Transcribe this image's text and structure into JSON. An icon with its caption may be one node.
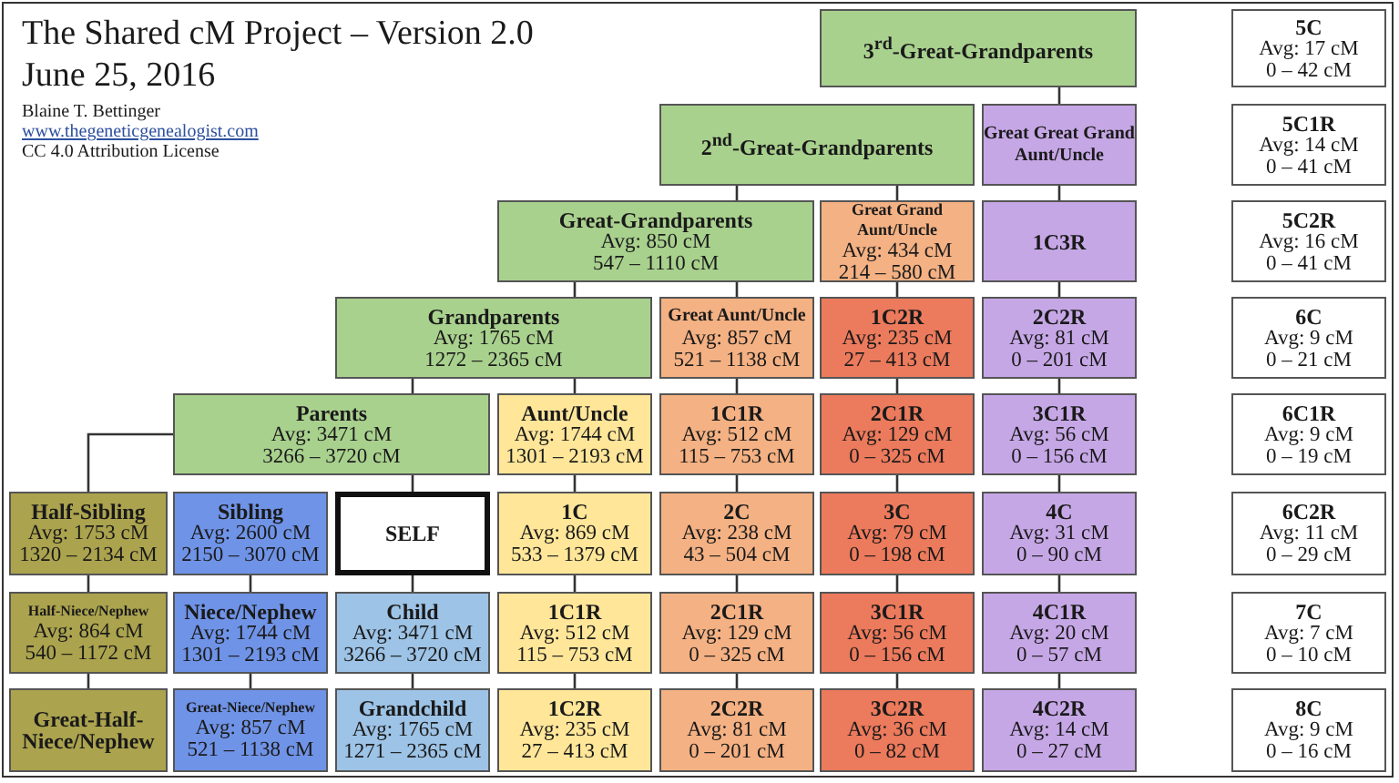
{
  "diagram": {
    "title": "The Shared cM Project – Version 2.0",
    "nodes": [
      {
        "text": [
          "3$^{rd}$-Great-Grandparents"
        ]
      },
      {
        "text": [
          "5C",
          "Avg: 17 cM",
          "0 – 42 cM"
        ]
      },
      {
        "text": [
          "2$^{nd}$-Great-Grandparents"
        ]
      },
      {
        "text": [
          "Great Great Grand Aunt/Uncle"
        ]
      },
      {
        "text": [
          "5C1R",
          "Avg: 14 cM",
          "0 – 41 cM"
        ]
      },
      {
        "text": [
          "Great-Grandparents",
          "Avg: 850 cM",
          "547 – 1110 cM"
        ]
      },
      {
        "text": [
          "Great Grand Aunt/Uncle",
          "Avg: 434 cM",
          "214 – 580 cM"
        ]
      },
      {
        "text": [
          "1C3R"
        ]
      },
      {
        "text": [
          "5C2R",
          "Avg: 16 cM",
          "0 – 41 cM"
        ]
      },
      {
        "text": [
          "Grandparents",
          "Avg: 1765 cM",
          "1272 – 2365 cM"
        ]
      },
      {
        "text": [
          "Great Aunt/Uncle",
          "Avg: 857 cM",
          "521 – 1138 cM"
        ]
      },
      {
        "text": [
          "1C2R",
          "Avg: 235 cM",
          "27 – 413 cM"
        ]
      },
      {
        "text": [
          "2C2R",
          "Avg: 81 cM",
          "0 – 201 cM"
        ]
      },
      {
        "text": [
          "6C",
          "Avg: 9 cM",
          "0 – 21 cM"
        ]
      },
      {
        "text": [
          "Parents",
          "Avg: 3471 cM",
          "3266 – 3720 cM"
        ]
      },
      {
        "text": [
          "Aunt/Uncle",
          "Avg: 1744 cM",
          "1301 – 2193 cM"
        ]
      },
      {
        "text": [
          "1C1R",
          "Avg: 512 cM",
          "115 – 753 cM"
        ]
      },
      {
        "text": [
          "2C1R",
          "Avg: 129 cM",
          "0 – 325 cM"
        ]
      },
      {
        "text": [
          "3C1R",
          "Avg: 56 cM",
          "0 – 156 cM"
        ]
      },
      {
        "text": [
          "6C1R",
          "Avg: 9 cM",
          "0 – 19 cM"
        ]
      },
      {
        "text": [
          "Half-Sibling",
          "Avg: 1753 cM",
          "1320 – 2134 cM"
        ]
      },
      {
        "text": [
          "Sibling",
          "Avg: 2600 cM",
          "2150 – 3070 cM"
        ]
      },
      {
        "text": [
          "SELF"
        ]
      },
      {
        "text": [
          "1C",
          "Avg: 869 cM",
          "533 – 1379 cM"
        ]
      },
      {
        "text": [
          "2C",
          "Avg: 238 cM",
          "43 – 504 cM"
        ]
      },
      {
        "text": [
          "3C",
          "Avg: 79 cM",
          "0 – 198 cM"
        ]
      },
      {
        "text": [
          "4C",
          "Avg: 31 cM",
          "0 – 90 cM"
        ]
      },
      {
        "text": [
          "6C2R",
          "Avg: 11 cM",
          "0 – 29 cM"
        ]
      },
      {
        "text": [
          "Half-Niece/Nephew",
          "Avg: 864 cM",
          "540 – 1172 cM"
        ]
      },
      {
        "text": [
          "Niece/Nephew",
          "Avg: 1744 cM",
          "1301 – 2193 cM"
        ]
      },
      {
        "text": [
          "Child",
          "Avg: 3471 cM",
          "3266 – 3720 cM"
        ]
      },
      {
        "text": [
          "1C1R",
          "Avg: 512 cM",
          "115 – 753 cM"
        ]
      },
      {
        "text": [
          "2C1R",
          "Avg: 129 cM",
          "0 – 325 cM"
        ]
      },
      {
        "text": [
          "3C1R",
          "Avg: 56 cM",
          "0 – 156 cM"
        ]
      },
      {
        "text": [
          "4C1R",
          "Avg: 20 cM",
          "0 – 57 cM"
        ]
      },
      {
        "text": [
          "7C",
          "Avg: 7 cM",
          "0 – 10 cM"
        ]
      },
      {
        "text": [
          "Great-Half-Niece/Nephew"
        ]
      },
      {
        "text": [
          "Great-Niece/Nephew",
          "Avg: 857 cM",
          "521 – 1138 cM"
        ]
      },
      {
        "text": [
          "Grandchild",
          "Avg: 1765 cM",
          "1271 – 2365 cM"
        ]
      },
      {
        "text": [
          "1C2R",
          "Avg: 235 cM",
          "27 – 413 cM"
        ]
      },
      {
        "text": [
          "2C2R",
          "Avg: 81 cM",
          "0 – 201 cM"
        ]
      },
      {
        "text": [
          "3C2R",
          "Avg: 36 cM",
          "0 – 82 cM"
        ]
      },
      {
        "text": [
          "4C2R",
          "Avg: 14 cM",
          "0 – 27 cM"
        ]
      },
      {
        "text": [
          "8C",
          "Avg: 9 cM",
          "0 – 16 cM"
        ]
      }
    ],
    "edges": [
      {
        "from": 0,
        "to": 3,
        "arrow": "none"
      },
      {
        "from": 2,
        "to": 5,
        "arrow": "none"
      },
      {
        "from": 2,
        "to": 6,
        "arrow": "none"
      },
      {
        "from": 3,
        "to": 7,
        "arrow": "none"
      },
      {
        "from": 5,
        "to": 9,
        "arrow": "none"
      },
      {
        "from": 5,
        "to": 10,
        "arrow": "none"
      },
      {
        "from": 6,
        "to": 11,
        "arrow": "none"
      },
      {
        "from": 7,
        "to": 12,
        "arrow": "none"
      },
      {
        "from": 9,
        "to": 14,
        "arrow": "none"
      },
      {
        "from": 9,
        "to": 15,
        "arrow": "none"
      },
      {
        "from": 10,
        "to": 16,
        "arrow": "none"
      },
      {
        "from": 11,
        "to": 17,
        "arrow": "none"
      },
      {
        "from": 12,
        "to": 18,
        "arrow": "none"
      },
      {
        "from": 14,
        "to": 20,
        "arrow": "none"
      },
      {
        "from": 14,
        "to": 22,
        "arrow": "none"
      },
      {
        "from": 15,
        "to": 23,
        "arrow": "none"
      },
      {
        "from": 16,
        "to": 24,
        "arrow": "none"
      },
      {
        "from": 17,
        "to": 25,
        "arrow": "none"
      },
      {
        "from": 18,
        "to": 26,
        "arrow": "none"
      },
      {
        "from": 20,
        "to": 28,
        "arrow": "none"
      },
      {
        "from": 21,
        "to": 29,
        "arrow": "none"
      },
      {
        "from": 22,
        "to": 30,
        "arrow": "none"
      },
      {
        "from": 23,
        "to": 31,
        "arrow": "none"
      },
      {
        "from": 24,
        "to": 32,
        "arrow": "none"
      },
      {
        "from": 25,
        "to": 33,
        "arrow": "none"
      },
      {
        "from": 26,
        "to": 34,
        "arrow": "none"
      },
      {
        "from": 28,
        "to": 36,
        "arrow": "none"
      },
      {
        "from": 29,
        "to": 37,
        "arrow": "none"
      },
      {
        "from": 30,
        "to": 38,
        "arrow": "none"
      },
      {
        "from": 31,
        "to": 39,
        "arrow": "none"
      },
      {
        "from": 32,
        "to": 40,
        "arrow": "none"
      },
      {
        "from": 33,
        "to": 41,
        "arrow": "none"
      },
      {
        "from": 34,
        "to": 42,
        "arrow": "none"
      }
    ],
    "labels": [
      "June 25, 2016",
      "Blaine T. Bettinger",
      "www.thegeneticgenealogist.com",
      "CC 4.0 Attribution License"
    ]
  }
}
